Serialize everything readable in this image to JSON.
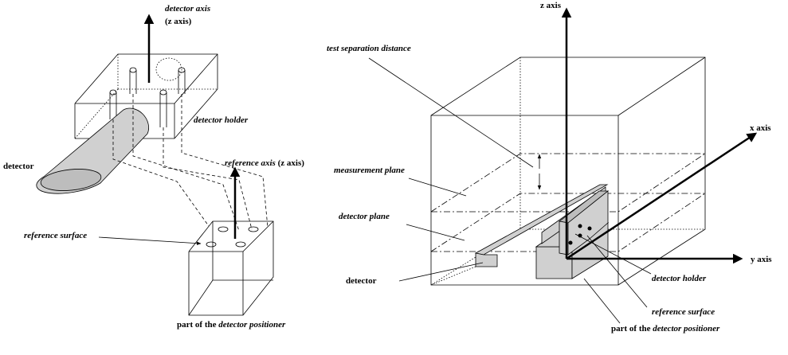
{
  "left_figure": {
    "detector_axis_line1": "detector axis",
    "detector_axis_line2": "(z axis)",
    "detector_holder": "detector holder",
    "detector": "detector",
    "reference_axis_italic": "reference axis",
    "reference_axis_plain": " (z axis)",
    "reference_surface": "reference surface",
    "positioner_plain": "part of the ",
    "positioner_italic": "detector positioner"
  },
  "right_figure": {
    "z_axis": "z axis",
    "x_axis": "x axis",
    "y_axis": "y axis",
    "test_separation_distance": "test separation distance",
    "measurement_plane": "measurement plane",
    "detector_plane": "detector plane",
    "detector": "detector",
    "detector_holder": "detector holder",
    "reference_surface": "reference surface",
    "positioner_plain": "part of the ",
    "positioner_italic": "detector positioner"
  }
}
